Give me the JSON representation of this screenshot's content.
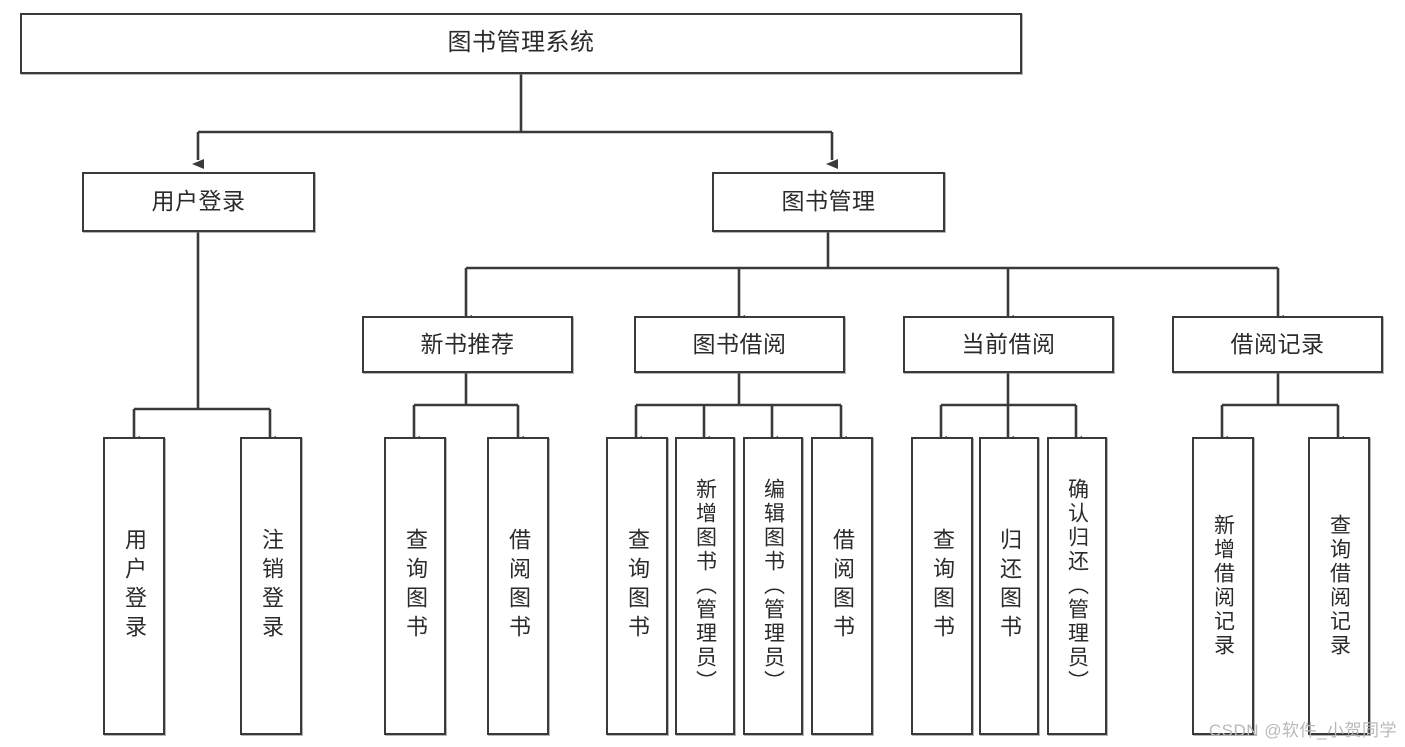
{
  "diagram": {
    "title": "图书管理系统",
    "type": "tree",
    "watermark": "CSDN @软件_小贺同学",
    "stroke_color": "#3a3a3a",
    "text_color": "#2b2b2b",
    "background": "#ffffff"
  },
  "nodes": {
    "root": {
      "label": "图书管理系统",
      "level": 0
    },
    "l1": [
      {
        "id": "user-login",
        "label": "用户登录",
        "level": 1
      },
      {
        "id": "book-manage",
        "label": "图书管理",
        "level": 1
      }
    ],
    "l2": [
      {
        "id": "new-book-rec",
        "label": "新书推荐",
        "level": 2,
        "parent": "book-manage"
      },
      {
        "id": "book-borrow",
        "label": "图书借阅",
        "level": 2,
        "parent": "book-manage"
      },
      {
        "id": "current-borrow",
        "label": "当前借阅",
        "level": 2,
        "parent": "book-manage"
      },
      {
        "id": "borrow-record",
        "label": "借阅记录",
        "level": 2,
        "parent": "book-manage"
      }
    ],
    "leaves": [
      {
        "id": "leaf-user-login",
        "label": "用户登录",
        "parent": "user-login"
      },
      {
        "id": "leaf-logout",
        "label": "注销登录",
        "parent": "user-login"
      },
      {
        "id": "leaf-query-book-1",
        "label": "查询图书",
        "parent": "new-book-rec"
      },
      {
        "id": "leaf-borrow-book-1",
        "label": "借阅图书",
        "parent": "new-book-rec"
      },
      {
        "id": "leaf-query-book-2",
        "label": "查询图书",
        "parent": "book-borrow"
      },
      {
        "id": "leaf-add-book",
        "label": "新增图书（管理员）",
        "parent": "book-borrow"
      },
      {
        "id": "leaf-edit-book",
        "label": "编辑图书（管理员）",
        "parent": "book-borrow"
      },
      {
        "id": "leaf-borrow-book-2",
        "label": "借阅图书",
        "parent": "book-borrow"
      },
      {
        "id": "leaf-query-book-3",
        "label": "查询图书",
        "parent": "current-borrow"
      },
      {
        "id": "leaf-return-book",
        "label": "归还图书",
        "parent": "current-borrow"
      },
      {
        "id": "leaf-confirm-return",
        "label": "确认归还（管理员）",
        "parent": "current-borrow"
      },
      {
        "id": "leaf-add-record",
        "label": "新增借阅记录",
        "parent": "borrow-record"
      },
      {
        "id": "leaf-query-record",
        "label": "查询借阅记录",
        "parent": "borrow-record"
      }
    ]
  }
}
